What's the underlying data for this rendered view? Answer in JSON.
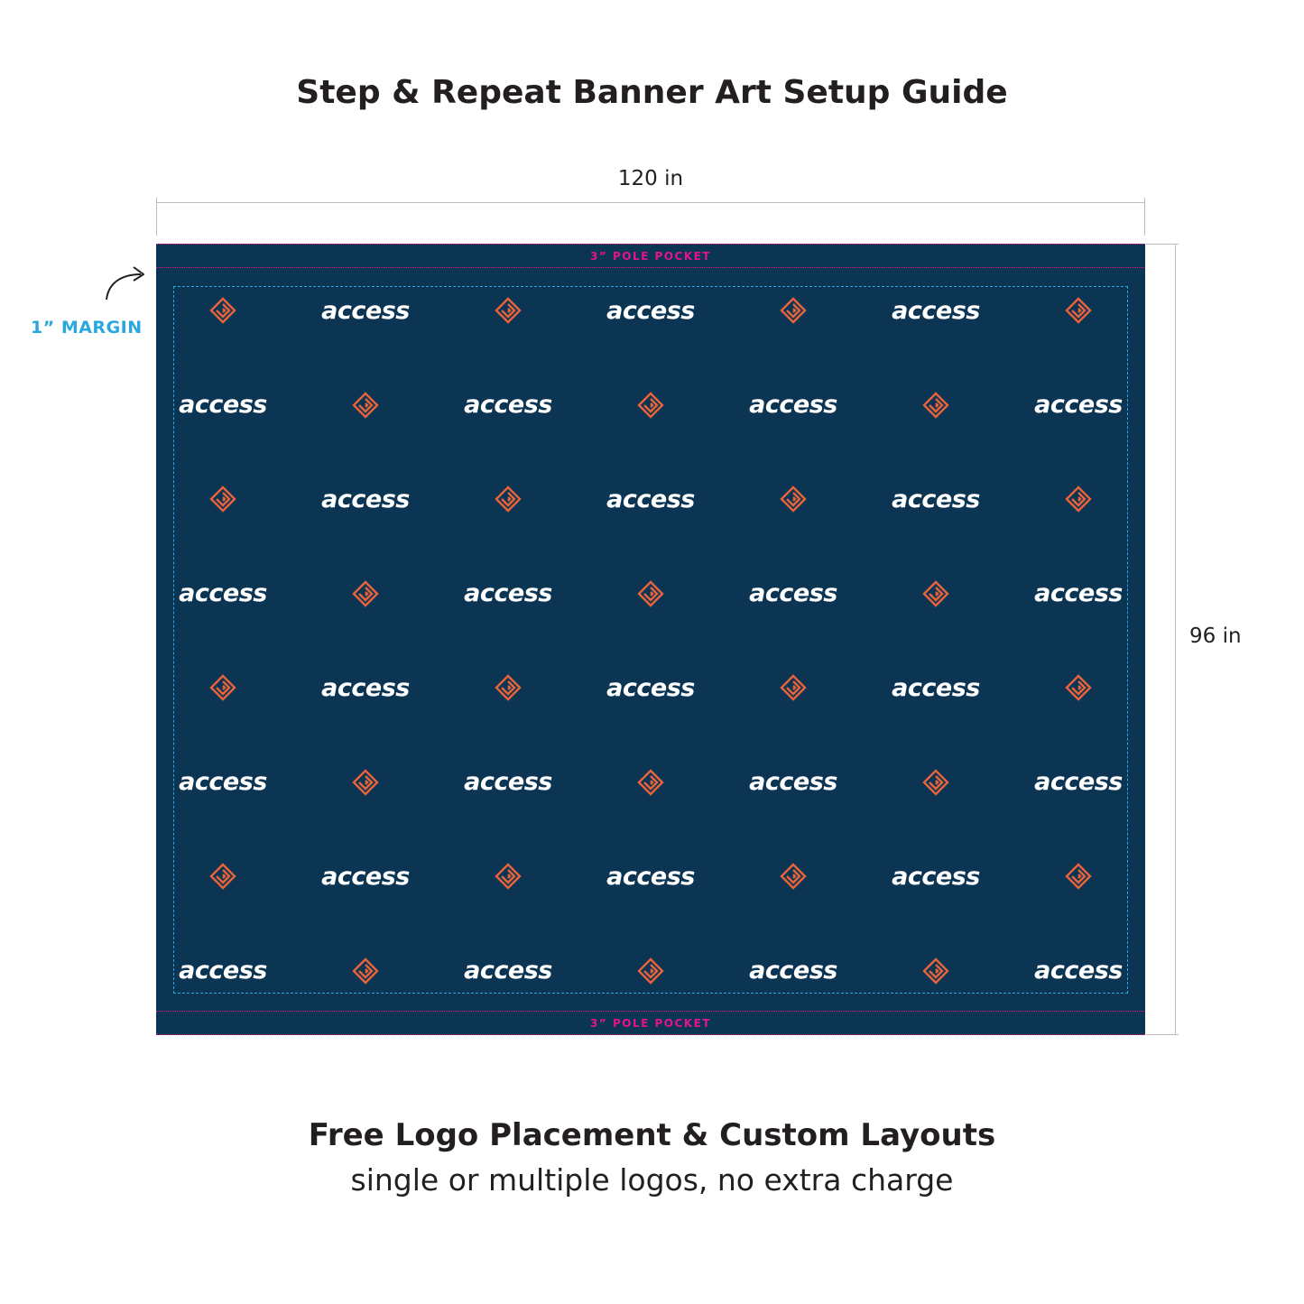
{
  "title": "Step & Repeat Banner Art Setup Guide",
  "dimensions": {
    "width_label": "120 in",
    "height_label": "96 in",
    "margin_label": "1” MARGIN"
  },
  "banner": {
    "background_color": "#0b3553",
    "pole_pocket_top_label": "3” POLE POCKET",
    "pole_pocket_bottom_label": "3” POLE POCKET",
    "pocket_line_color": "#e6138d",
    "margin_line_color": "#29a8e0",
    "logo_wordmark": "access",
    "logo_icon": "diamond-swirl-icon",
    "icon_color": "#e8633a",
    "rows": 8,
    "columns": 7,
    "pattern": "alternating wordmark and icon, offset every other row"
  },
  "footer": {
    "heading": "Free Logo Placement & Custom Layouts",
    "subheading": "single or multiple logos, no extra charge"
  }
}
